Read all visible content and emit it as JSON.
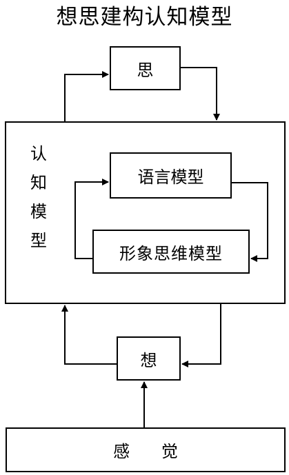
{
  "title": "想思建构认知模型",
  "nodes": {
    "si": "思",
    "outer_label": [
      "认",
      "知",
      "模",
      "型"
    ],
    "language_model": "语言模型",
    "image_thinking_model": "形象思维模型",
    "xiang": "想",
    "perception": "感      觉"
  },
  "colors": {
    "line": "#000000",
    "background": "#ffffff"
  }
}
